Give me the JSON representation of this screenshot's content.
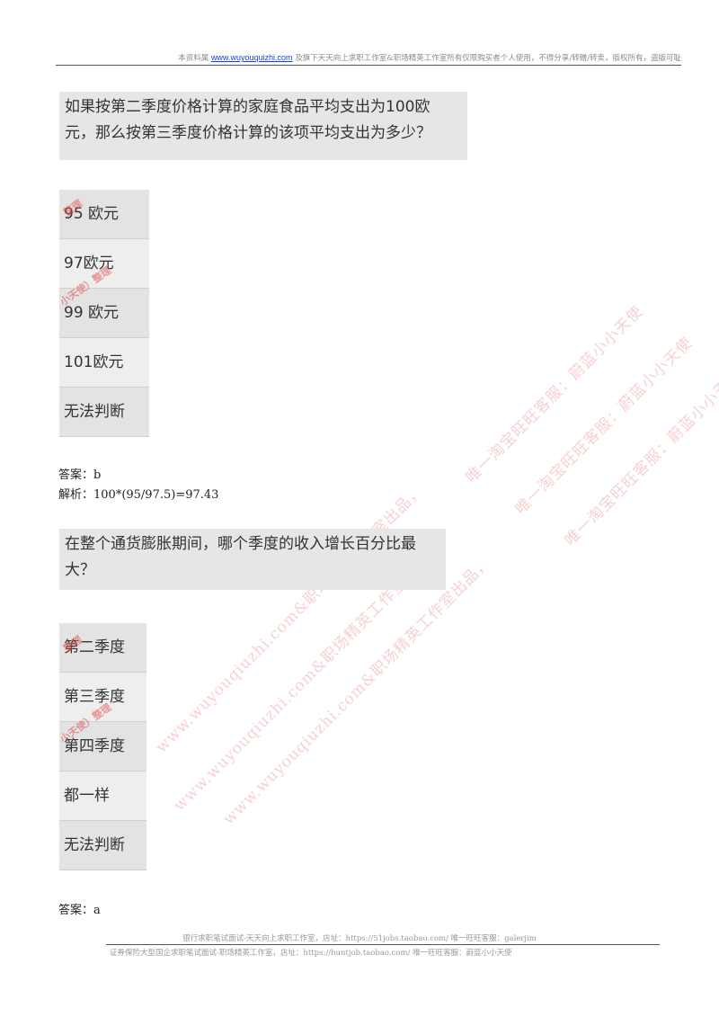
{
  "header": {
    "prefix": "本资料属",
    "link": "www.wuyouquizhi.com",
    "suffix": "及旗下天天向上求职工作室&职场精英工作室所有仅限购买者个人使用，不得分享/转赠/转卖，版权所有，盗版可耻"
  },
  "q1": {
    "line1": "如果按第二季度价格计算的家庭食品平均支出为100欧",
    "line2": "元，那么按第三季度价格计算的该项平均支出为多少？",
    "options": [
      "95 欧元",
      "97欧元",
      "99 欧元",
      "101欧元",
      "无法判断"
    ],
    "answer": "答案：b",
    "analysis": "解析：100*(95/97.5)=97.43"
  },
  "q2": {
    "line1": "在整个通货膨胀期间，哪个季度的收入增长百分比最",
    "line2": "大？",
    "options": [
      "第二季度",
      "第三季度",
      "第四季度",
      "都一样",
      "无法判断"
    ],
    "answer": "答案：a"
  },
  "stamps": {
    "s1": "整理",
    "s2": "小天使）整理",
    "s3": "整理",
    "s4": "小天使）整理"
  },
  "watermarks": {
    "w1": "唯一淘宝旺旺客服：蔚蓝小小天使",
    "w2": "唯一淘宝旺旺客服：蔚蓝小小天使",
    "w3": "唯一淘宝旺旺客服：蔚蓝小小天使",
    "w4": "www.wuyouqiuzhi.com&职场精英工作室出品，",
    "w5": "www.wuyouqiuzhi.com&职场精英工作室出品，",
    "w6": "www.wuyouqiuzhi.com&职场精英工作室出品，"
  },
  "footer": {
    "line1": "银行求职笔试面试-天天向上求职工作室，店址：https://51jobs.taobao.com/  唯一旺旺客服：galerjim",
    "line2": "证券保险大型国企求职笔试面试-职场精英工作室，店址：https://huntjob.taobao.com/  唯一旺旺客服：蔚蓝小小天使"
  }
}
